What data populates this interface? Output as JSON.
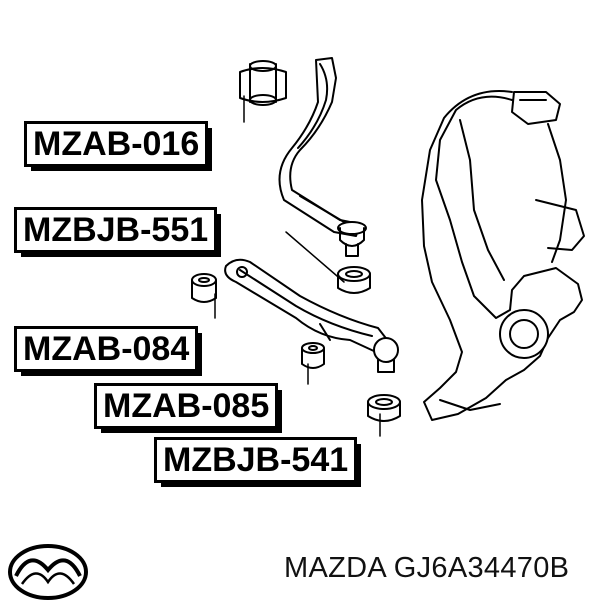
{
  "labels": {
    "l1": "MZAB-016",
    "l2": "MZBJB-551",
    "l3": "MZAB-084",
    "l4": "MZAB-085",
    "l5": "MZBJB-541"
  },
  "brand": {
    "logo_icon": "mazda-logo-icon",
    "caption": "MAZDA GJ6A34470B"
  },
  "colors": {
    "ink": "#000000",
    "background": "#ffffff"
  }
}
